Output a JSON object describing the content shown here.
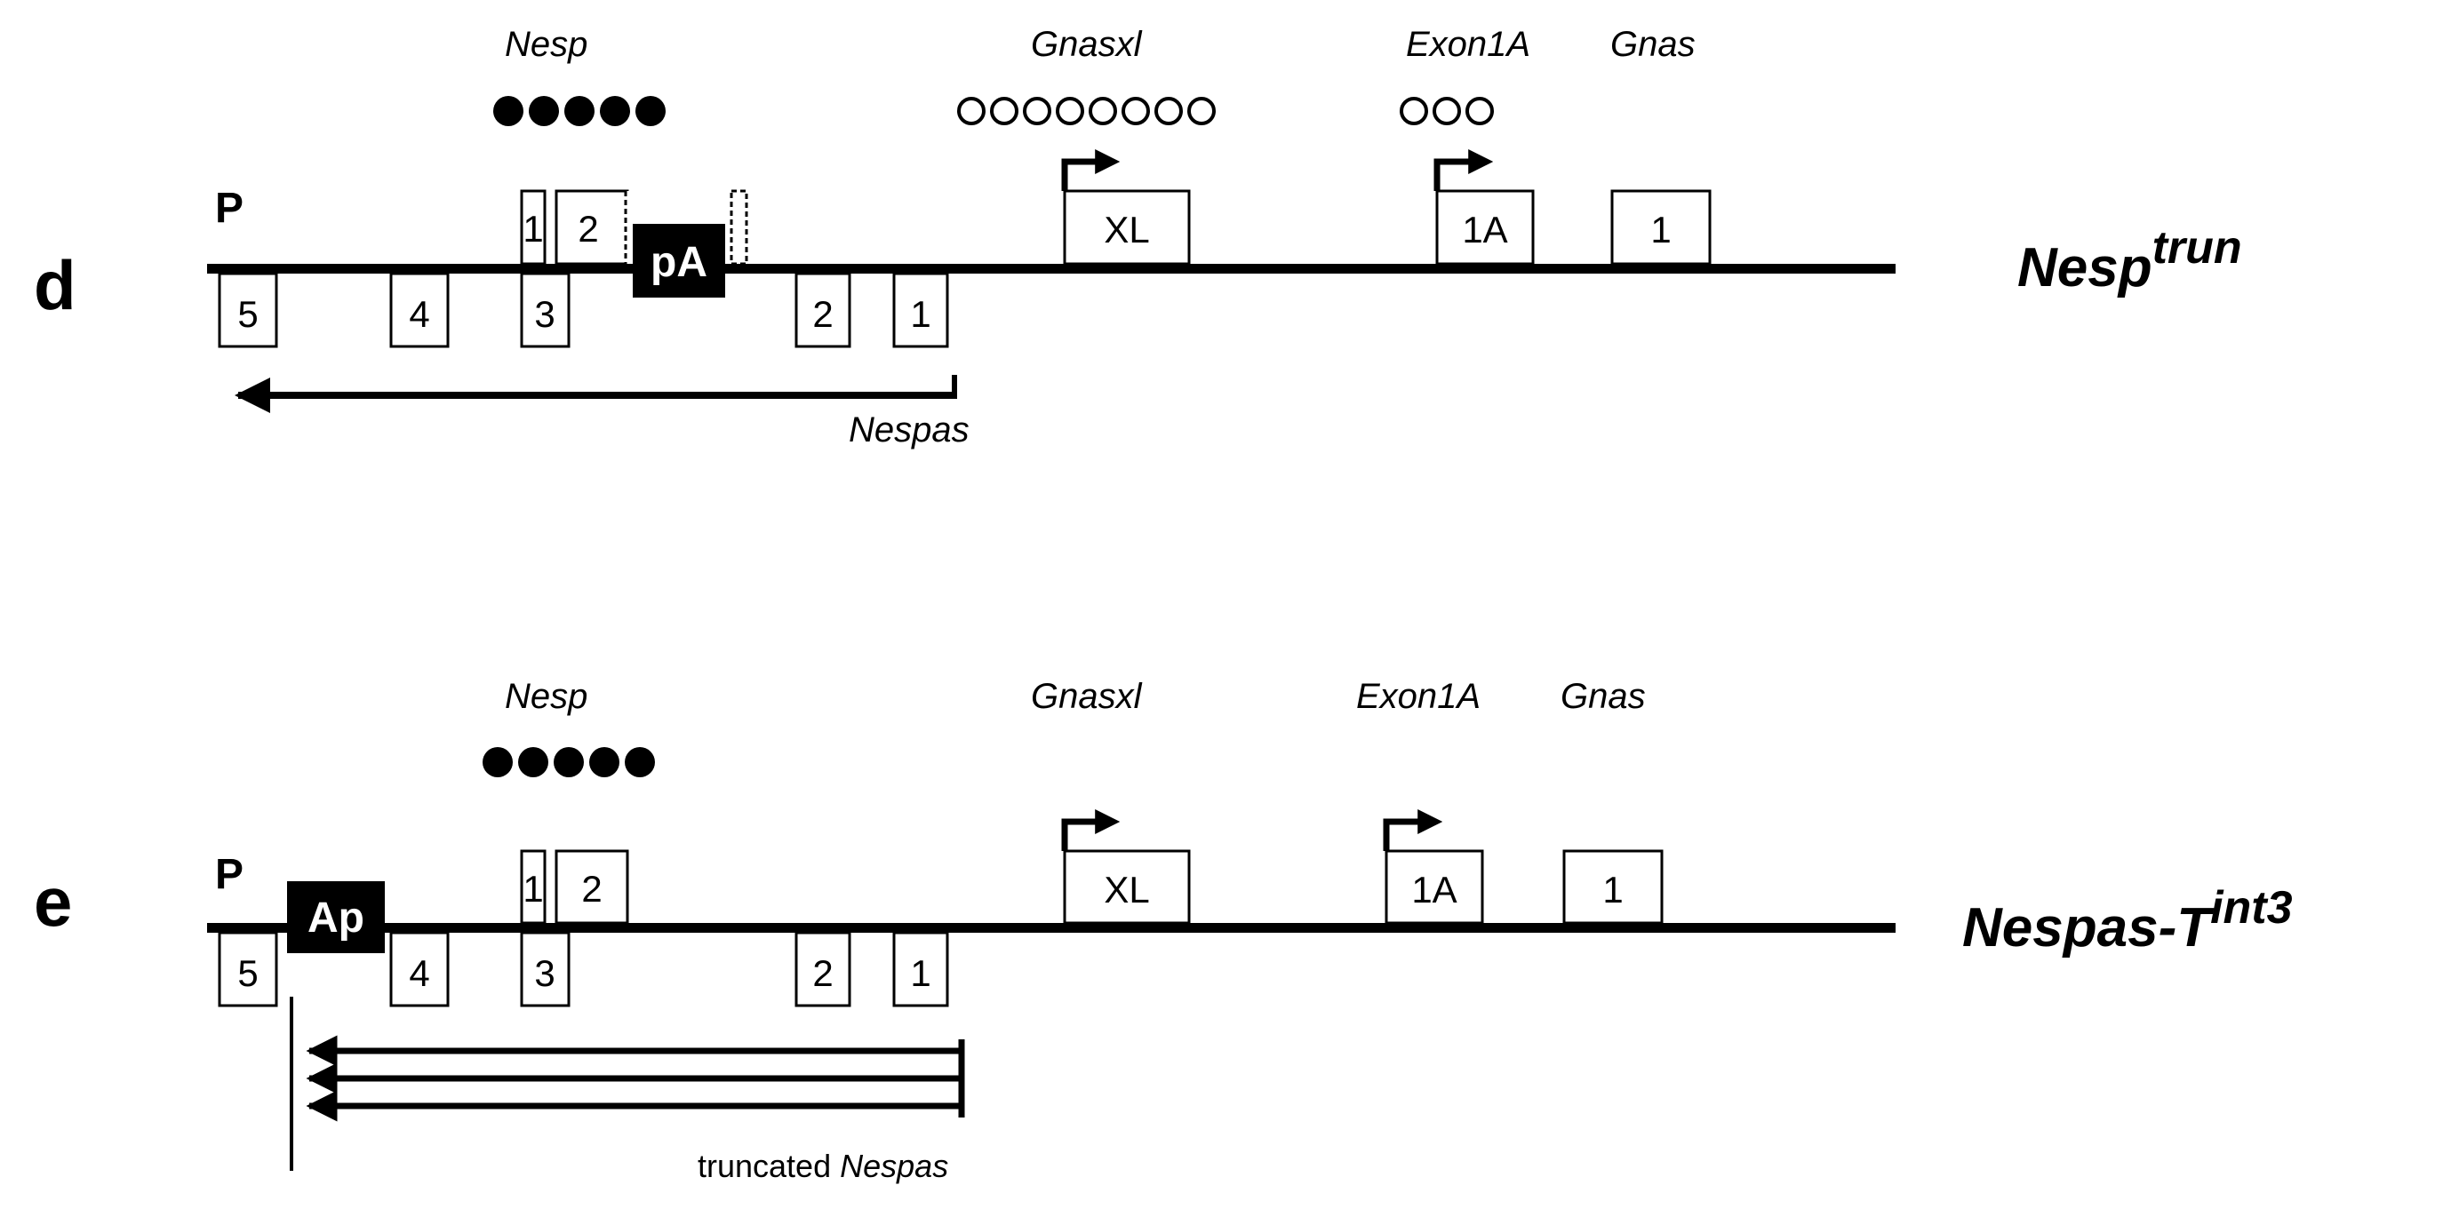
{
  "panels": [
    {
      "id": "d",
      "panel_letter": "d",
      "strand_label": "P",
      "allele_base": "Nesp",
      "allele_sup": "trun",
      "genes": [
        "Nesp",
        "Gnasxl",
        "Exon1A",
        "Gnas"
      ],
      "cassette": "pA",
      "top_exons": [
        "1",
        "2",
        "XL",
        "1A",
        "1"
      ],
      "bottom_exons": [
        "5",
        "4",
        "3",
        "2",
        "1"
      ],
      "methylation": {
        "filled": 5,
        "open_gnasxl": 8,
        "open_exon1a": 3
      },
      "transcript": {
        "prefix": "",
        "name": "Nespas"
      }
    },
    {
      "id": "e",
      "panel_letter": "e",
      "strand_label": "P",
      "allele_base": "Nespas-T",
      "allele_sup": "int3",
      "genes": [
        "Nesp",
        "Gnasxl",
        "Exon1A",
        "Gnas"
      ],
      "cassette": "Ap",
      "top_exons": [
        "1",
        "2",
        "XL",
        "1A",
        "1"
      ],
      "bottom_exons": [
        "5",
        "4",
        "3",
        "2",
        "1"
      ],
      "methylation": {
        "filled": 5,
        "open_gnasxl": 0,
        "open_exon1a": 0
      },
      "transcript": {
        "prefix": "truncated",
        "name": "Nespas"
      }
    }
  ],
  "colors": {
    "ink": "#000000",
    "paper": "#ffffff"
  }
}
